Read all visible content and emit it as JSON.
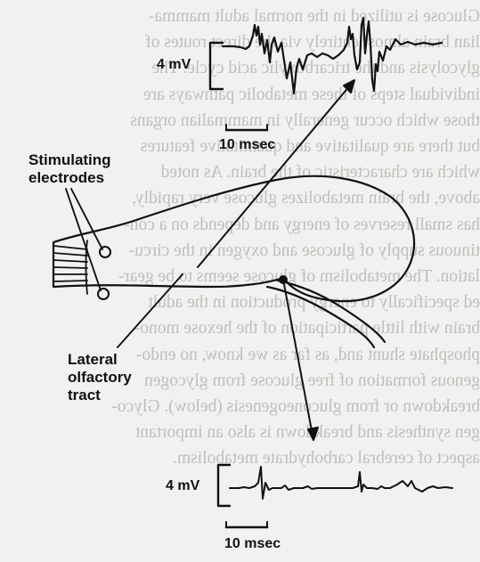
{
  "ghost_text_lines": [
    "Glucose is utilized in the normal adult mamma-",
    "lian brain almost entirely via the direct routes of",
    "glycolysis and the tricarboxylic acid cycle. The",
    "individual steps of these metabolic pathways are",
    "those which occur generally in mammalian organs",
    "but there are qualitative and quantitative features",
    "which are characteristic of the brain. As noted",
    "above, the brain metabolizes glucose very rapidly,",
    "has small reserves of energy and depends on a con-",
    "tinuous supply of glucose and oxygen in the circu-",
    "lation. The metabolism of glucose seems to be gear-",
    "ed specifically to energy production in the adult",
    "brain with little participation of the hexose mono-",
    "phosphate shunt and, as far as we know, no endo-",
    "genous formation of free glucose from glycogen",
    "breakdown or from gluconeogenesis (below). Glyco-",
    "gen synthesis and breakdown is also an important",
    "aspect of cerebral carbohydrate metabolism."
  ],
  "labels": {
    "stimulating_electrodes": [
      "Stimulating",
      "electrodes"
    ],
    "lateral_olfactory_tract": [
      "Lateral",
      "olfactory",
      "tract"
    ]
  },
  "top_trace": {
    "voltage_label": "4 mV",
    "time_label": "10 msec"
  },
  "bottom_trace": {
    "voltage_label": "4 mV",
    "time_label": "10 msec"
  }
}
